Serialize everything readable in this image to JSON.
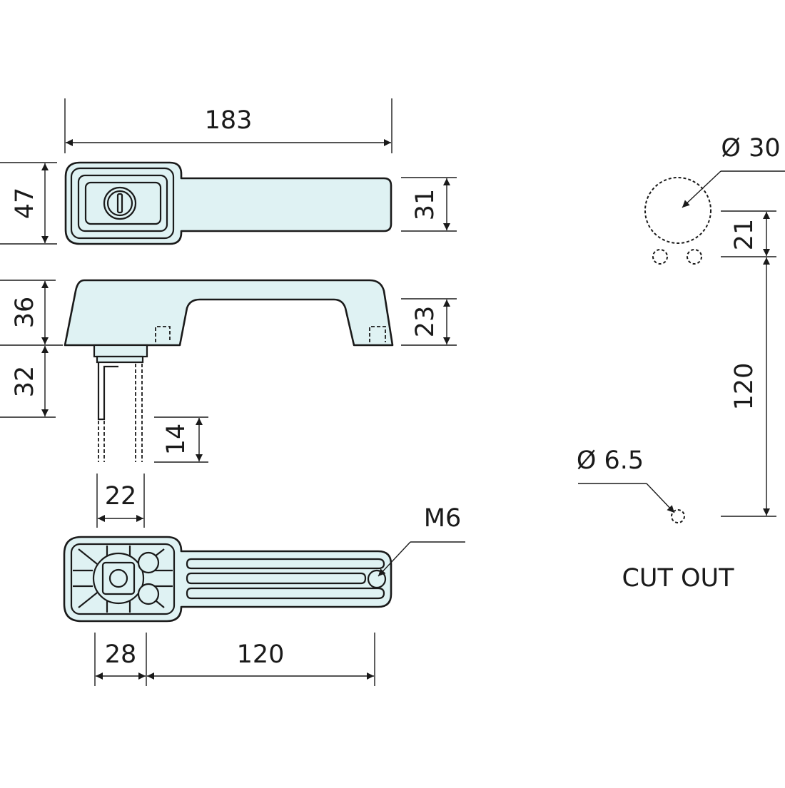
{
  "dimensions": {
    "overall_length": "183",
    "top_height": "47",
    "grip_height": "31",
    "side_height": "36",
    "leg_height": "23",
    "shaft_length": "32",
    "cam_length": "14",
    "cam_width": "22",
    "base_width": "28",
    "hole_spacing": "120",
    "thread": "M6"
  },
  "cutout": {
    "large_hole": "Ø 30",
    "offset": "21",
    "spacing": "120",
    "small_hole": "Ø 6.5",
    "label": "CUT OUT"
  },
  "colors": {
    "fill": "#dff2f3",
    "line": "#1a1a1a"
  }
}
